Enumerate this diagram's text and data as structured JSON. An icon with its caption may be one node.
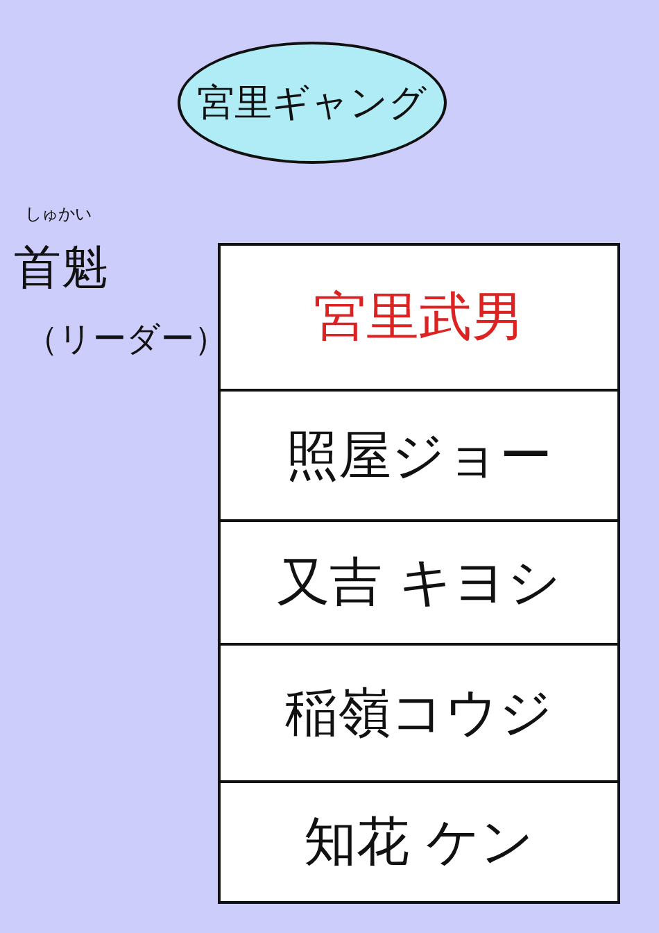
{
  "diagram": {
    "nodes": [
      {
        "text": [
          "宮里ギャング"
        ]
      },
      {
        "text": [
          "宮里武男"
        ],
        "beside": [
          "しゅかい",
          "首魁",
          "（リーダー）"
        ]
      },
      {
        "text": [
          "照屋ジョー"
        ]
      },
      {
        "text": [
          "又吉 キヨシ"
        ]
      },
      {
        "text": [
          "稲嶺コウジ"
        ]
      },
      {
        "text": [
          "知花 ケン"
        ]
      }
    ]
  }
}
